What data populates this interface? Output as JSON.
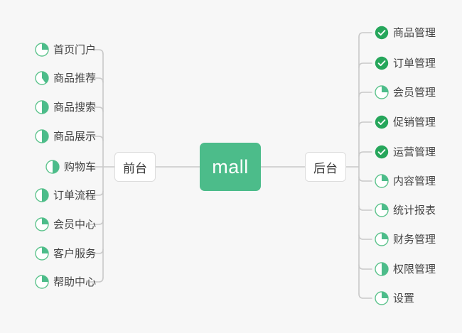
{
  "diagram": {
    "type": "mindmap",
    "background": "#f7f7f7",
    "accent_green": "#4CBC8A",
    "done_green": "#26A65B",
    "ring_green": "#5FC48E",
    "line_color": "#c9c9c9",
    "text_color": "#444444",
    "root": {
      "label": "mall"
    },
    "branches": [
      {
        "id": "frontend",
        "label": "前台",
        "side": "left"
      },
      {
        "id": "backend",
        "label": "后台",
        "side": "right"
      }
    ],
    "left_items": [
      {
        "label": "首页门户",
        "status": "partial",
        "progress": 25
      },
      {
        "label": "商品推荐",
        "status": "partial",
        "progress": 40
      },
      {
        "label": "商品搜索",
        "status": "partial",
        "progress": 50
      },
      {
        "label": "商品展示",
        "status": "partial",
        "progress": 50
      },
      {
        "label": "购物车",
        "status": "partial",
        "progress": 50
      },
      {
        "label": "订单流程",
        "status": "partial",
        "progress": 50
      },
      {
        "label": "会员中心",
        "status": "partial",
        "progress": 25
      },
      {
        "label": "客户服务",
        "status": "partial",
        "progress": 25
      },
      {
        "label": "帮助中心",
        "status": "partial",
        "progress": 25
      }
    ],
    "right_items": [
      {
        "label": "商品管理",
        "status": "done",
        "progress": 100
      },
      {
        "label": "订单管理",
        "status": "done",
        "progress": 100
      },
      {
        "label": "会员管理",
        "status": "partial",
        "progress": 25
      },
      {
        "label": "促销管理",
        "status": "done",
        "progress": 100
      },
      {
        "label": "运营管理",
        "status": "done",
        "progress": 100
      },
      {
        "label": "内容管理",
        "status": "partial",
        "progress": 25
      },
      {
        "label": "统计报表",
        "status": "partial",
        "progress": 25
      },
      {
        "label": "财务管理",
        "status": "partial",
        "progress": 25
      },
      {
        "label": "权限管理",
        "status": "partial",
        "progress": 50
      },
      {
        "label": "设置",
        "status": "partial",
        "progress": 25
      }
    ]
  }
}
